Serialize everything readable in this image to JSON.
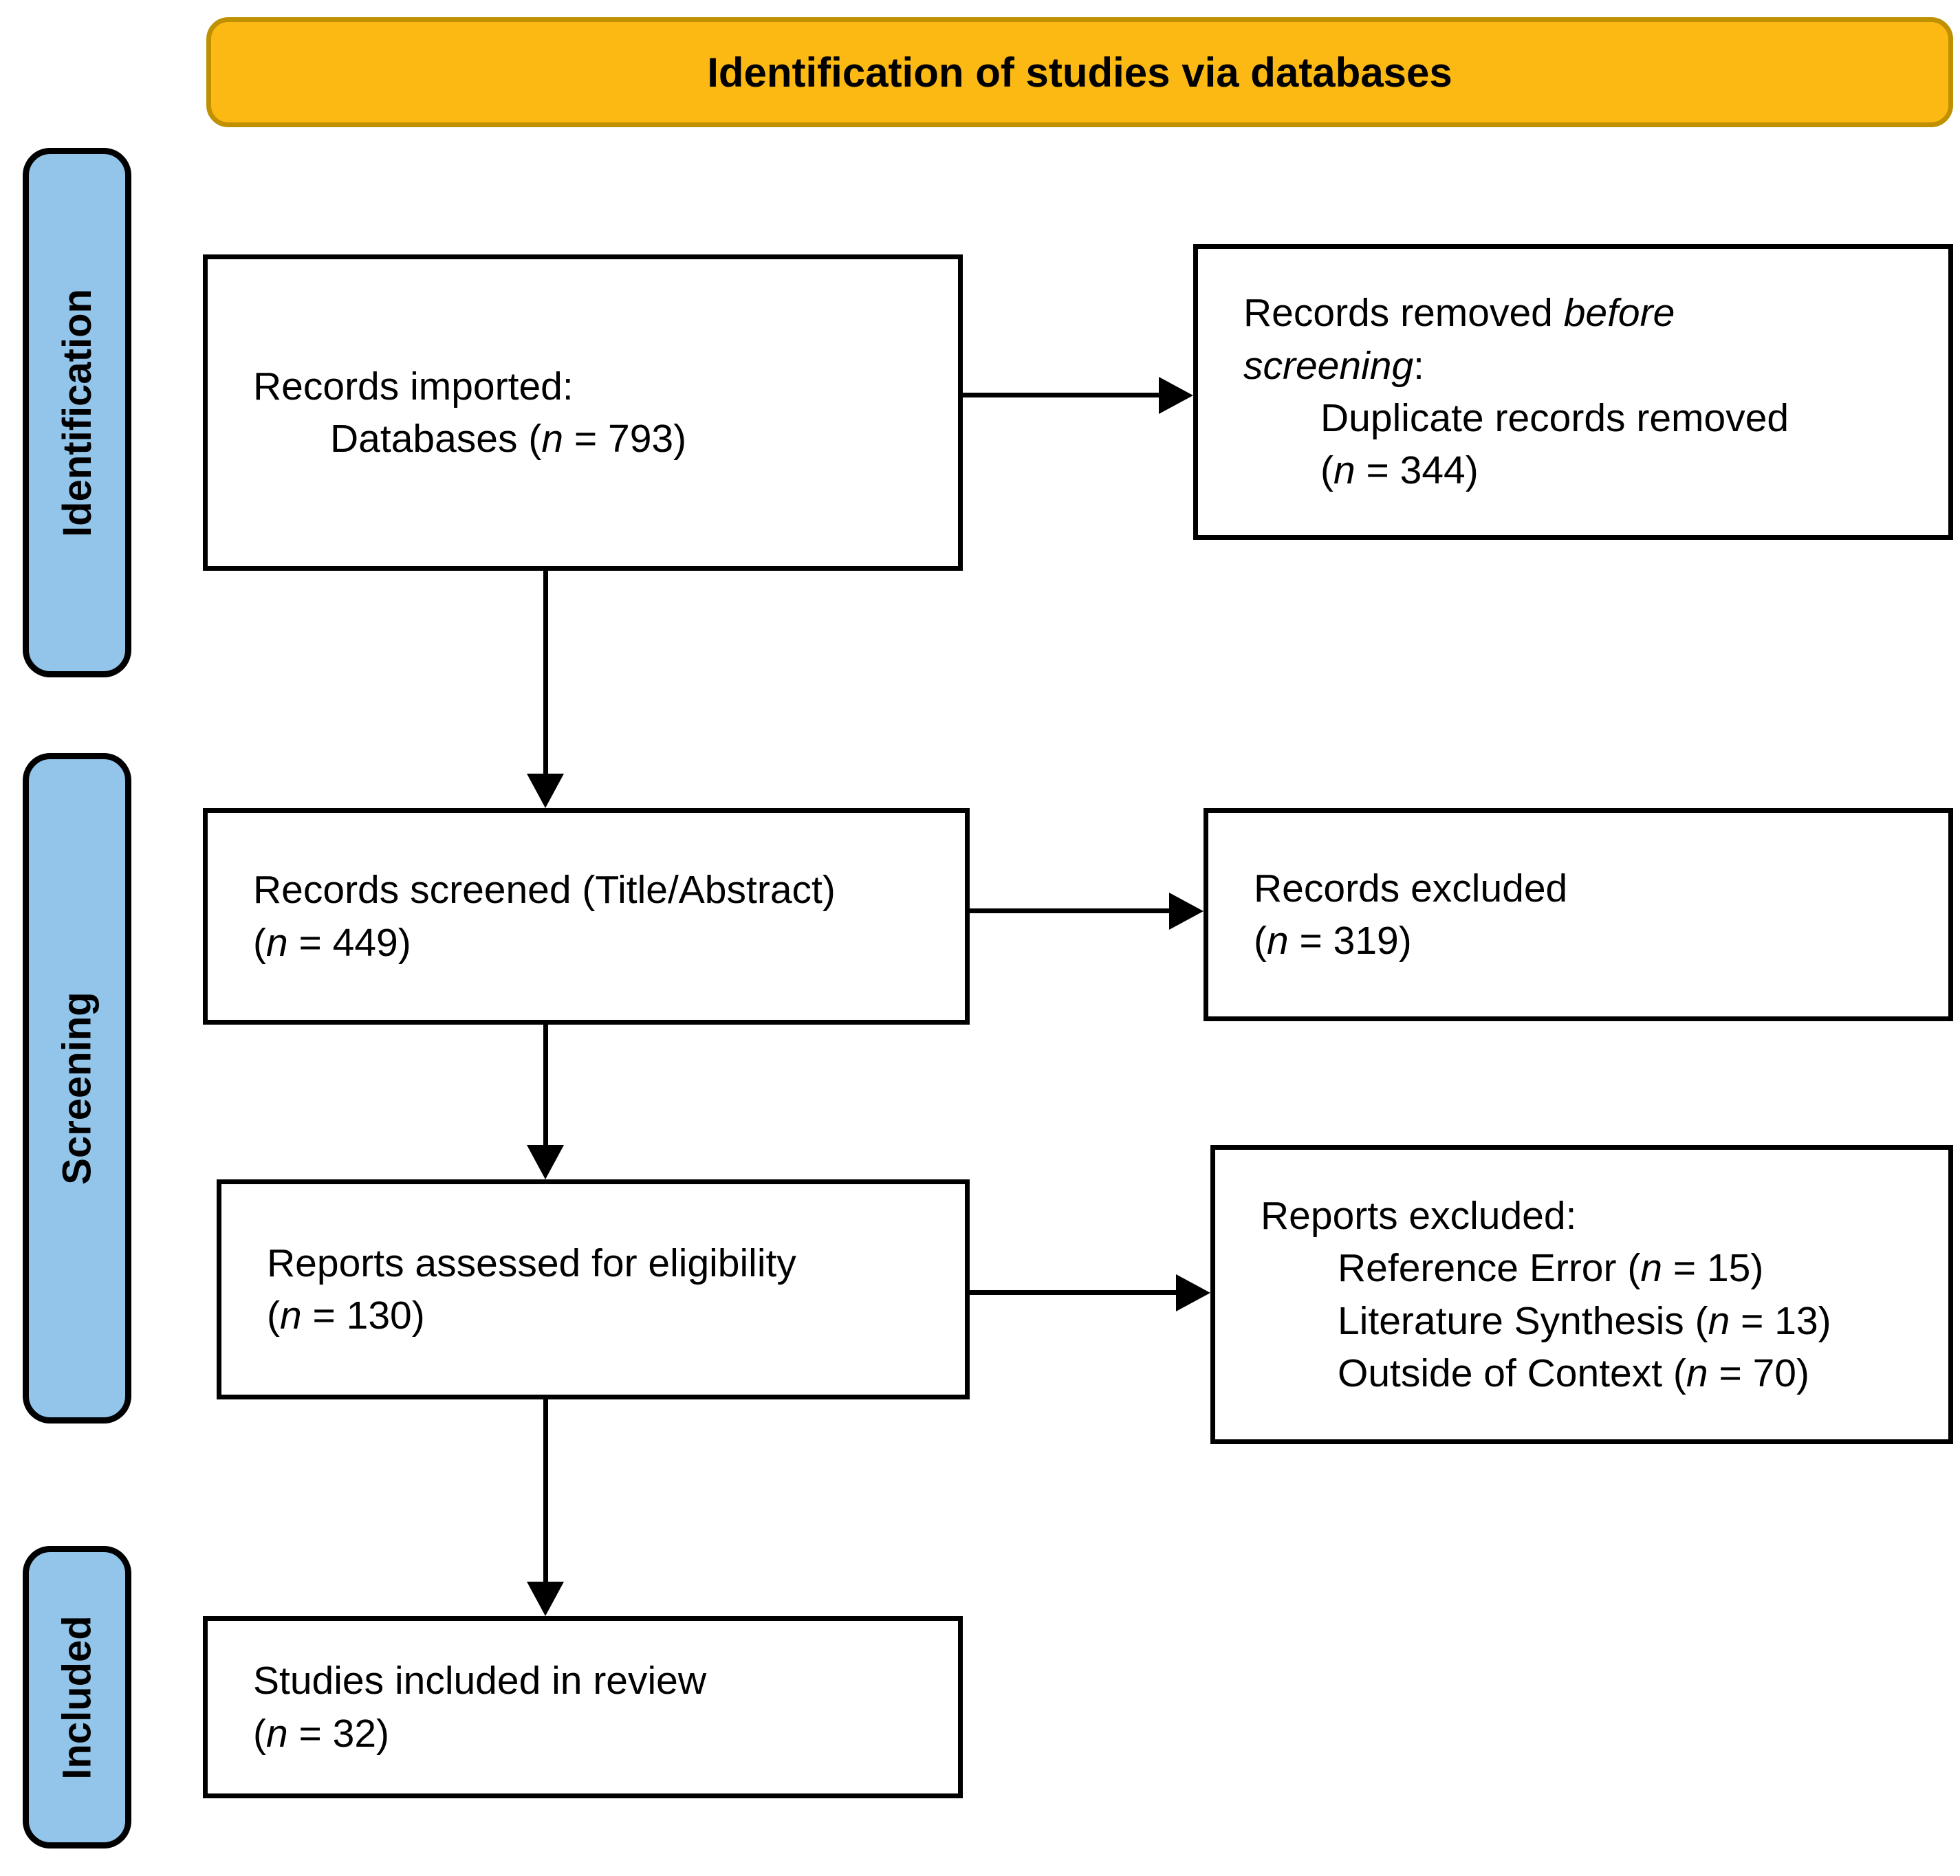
{
  "title": {
    "label": "Identification of studies via databases"
  },
  "stages": {
    "identification": "Identification",
    "screening": "Screening",
    "included": "Included"
  },
  "boxes": {
    "records_imported": {
      "line1": "Records imported:",
      "line2_prefix": "Databases (",
      "line2_n": "n",
      "line2_suffix": " = 793)"
    },
    "records_removed": {
      "line1_prefix": "Records removed ",
      "line1_italic": "before",
      "line2_italic": "screening",
      "line2_suffix": ":",
      "line3": "Duplicate records removed",
      "line4_prefix": "(",
      "line4_n": "n",
      "line4_suffix": " = 344)"
    },
    "records_screened": {
      "line1": "Records screened (Title/Abstract)",
      "line2_prefix": "(",
      "line2_n": "n",
      "line2_suffix": " = 449)"
    },
    "records_excluded": {
      "line1": "Records excluded",
      "line2_prefix": "(",
      "line2_n": "n",
      "line2_suffix": " = 319)"
    },
    "reports_assessed": {
      "line1": "Reports assessed for eligibility",
      "line2_prefix": "(",
      "line2_n": "n",
      "line2_suffix": " = 130)"
    },
    "reports_excluded": {
      "header": "Reports excluded:",
      "items": [
        {
          "prefix": "Reference Error (",
          "n": "n",
          "suffix": " = 15)"
        },
        {
          "prefix": "Literature Synthesis (",
          "n": "n",
          "suffix": " = 13)"
        },
        {
          "prefix": "Outside of Context (",
          "n": "n",
          "suffix": " = 70)"
        }
      ]
    },
    "studies_included": {
      "line1": "Studies included in review",
      "line2_prefix": "(",
      "line2_n": "n",
      "line2_suffix": " = 32)"
    }
  },
  "colors": {
    "title_bg": "#FCB913",
    "title_border": "#BF9000",
    "stage_bg": "#92C5E9",
    "stage_border": "#000000",
    "box_bg": "#FFFFFF",
    "box_border": "#000000",
    "arrow": "#000000"
  }
}
